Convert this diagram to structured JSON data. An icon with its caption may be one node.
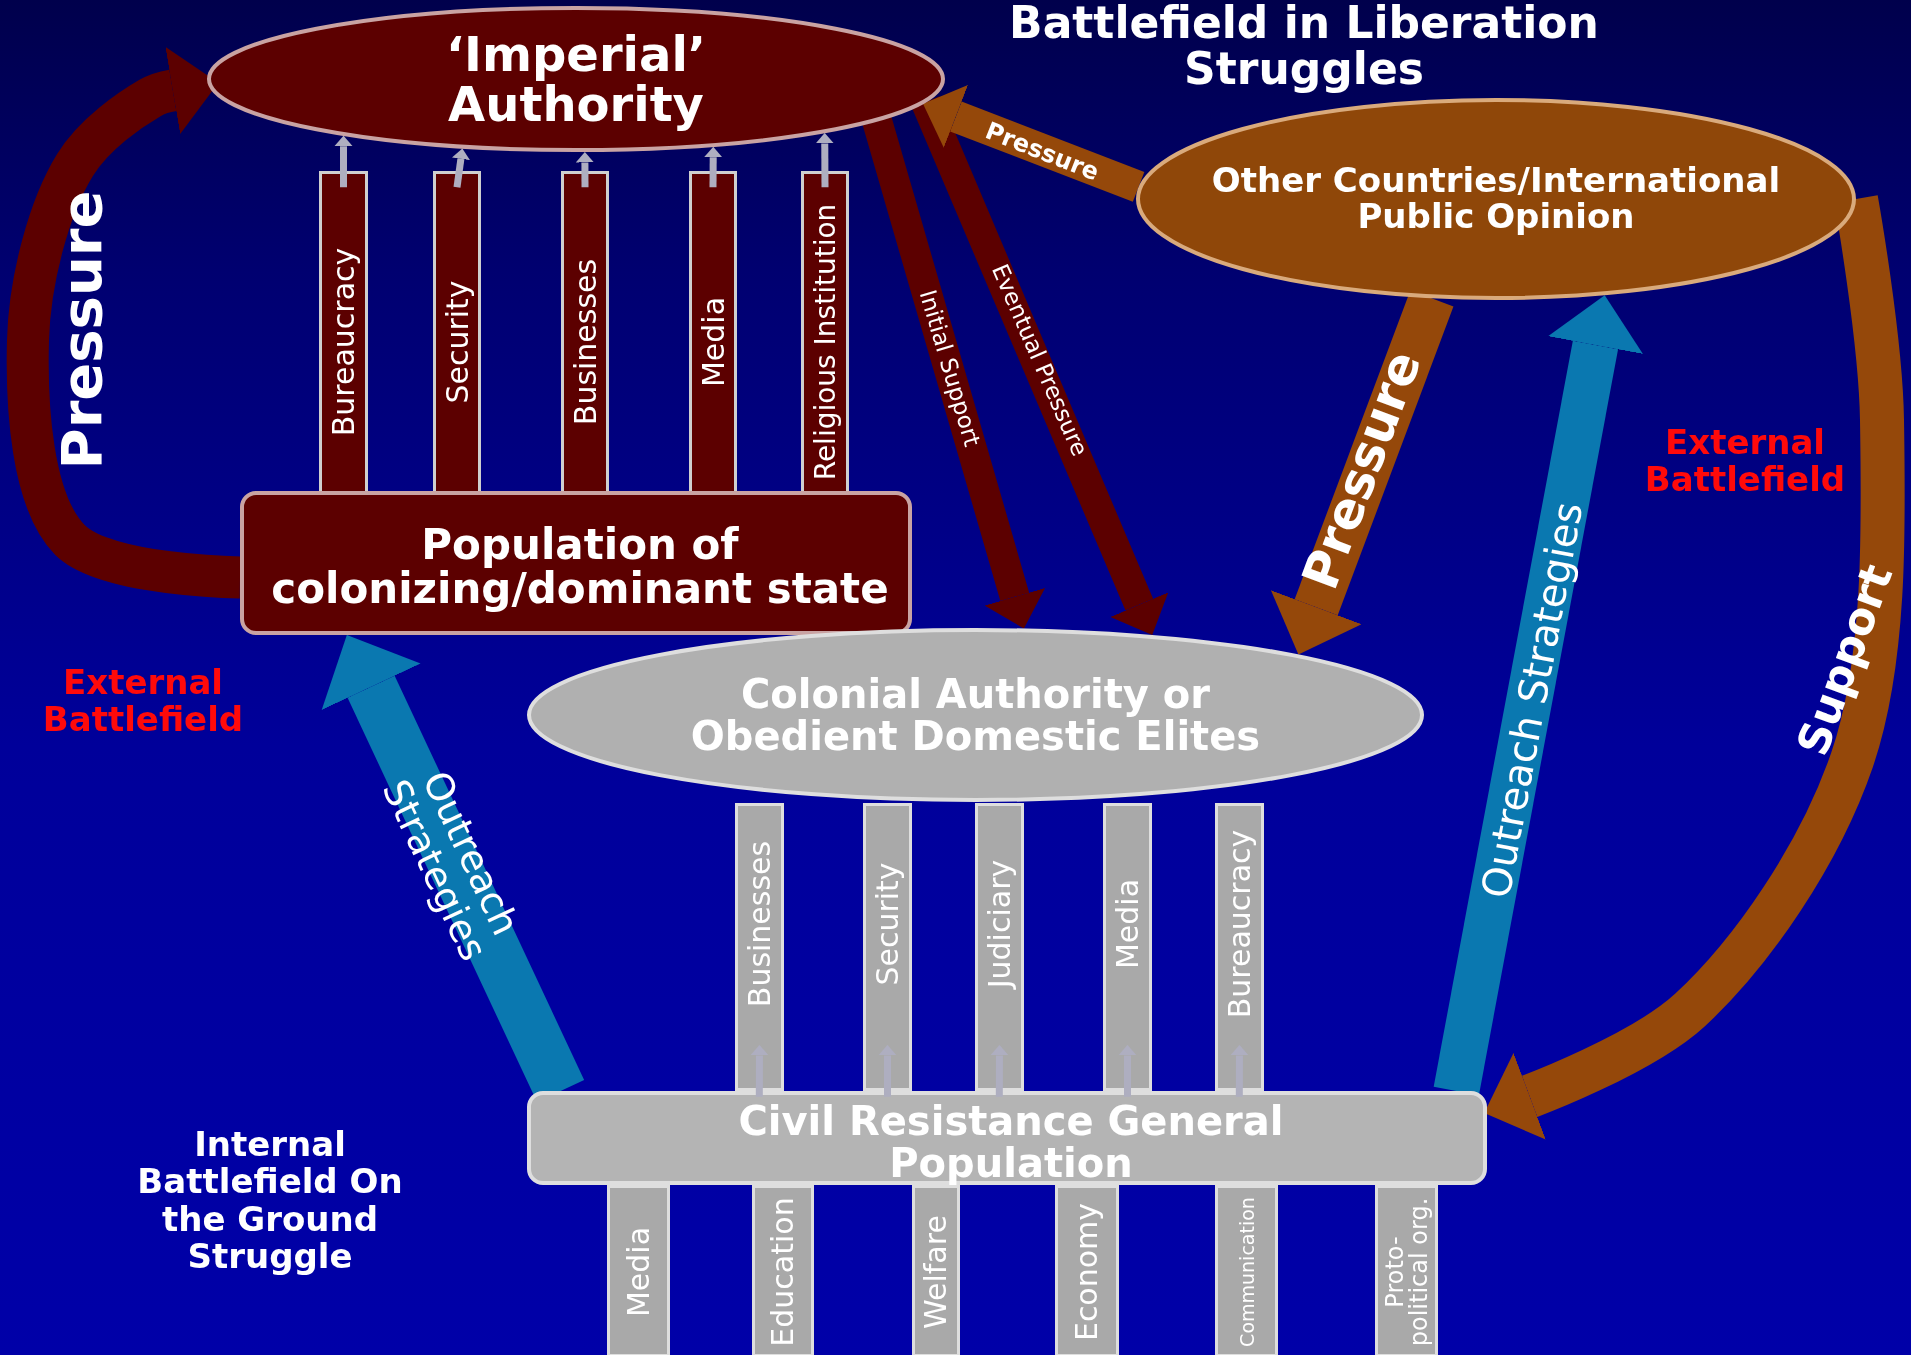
{
  "diagram": {
    "title": "Battlefield in Liberation Struggles",
    "nodes": [
      {
        "text": [
          "‘Imperial’ Authority"
        ]
      },
      {
        "text": [
          "Bureaucracy"
        ]
      },
      {
        "text": [
          "Security"
        ]
      },
      {
        "text": [
          "Businesses"
        ]
      },
      {
        "text": [
          "Media"
        ]
      },
      {
        "text": [
          "Religious Institution"
        ]
      },
      {
        "text": [
          "Population of colonizing/dominant state"
        ]
      },
      {
        "text": [
          "Other Countries/International Public Opinion"
        ]
      },
      {
        "text": [
          "Colonial Authority or Obedient Domestic Elites"
        ]
      },
      {
        "text": [
          "Businesses"
        ]
      },
      {
        "text": [
          "Security"
        ]
      },
      {
        "text": [
          "Judiciary"
        ]
      },
      {
        "text": [
          "Media"
        ]
      },
      {
        "text": [
          "Bureaucracy"
        ]
      },
      {
        "text": [
          "Civil Resistance General Population"
        ]
      },
      {
        "text": [
          "Media"
        ]
      },
      {
        "text": [
          "Education"
        ]
      },
      {
        "text": [
          "Welfare"
        ]
      },
      {
        "text": [
          "Economy"
        ]
      },
      {
        "text": [
          "Communication"
        ]
      },
      {
        "text": [
          "Proto-political org."
        ]
      }
    ],
    "edges": [
      {
        "from": 1,
        "to": 0,
        "arrow": "to"
      },
      {
        "from": 2,
        "to": 0,
        "arrow": "to"
      },
      {
        "from": 3,
        "to": 0,
        "arrow": "to"
      },
      {
        "from": 4,
        "to": 0,
        "arrow": "to"
      },
      {
        "from": 5,
        "to": 0,
        "arrow": "to"
      },
      {
        "from": 14,
        "to": 9,
        "arrow": "to"
      },
      {
        "from": 14,
        "to": 10,
        "arrow": "to"
      },
      {
        "from": 14,
        "to": 11,
        "arrow": "to"
      },
      {
        "from": 14,
        "to": 12,
        "arrow": "to"
      },
      {
        "from": 14,
        "to": 13,
        "arrow": "to"
      },
      {
        "from": 6,
        "to": 0,
        "arrow": "to",
        "label": "Pressure",
        "style": "thick",
        "color": "#5c0000"
      },
      {
        "from": 0,
        "to": 8,
        "arrow": "to",
        "label": "Initial Support",
        "style": "thick",
        "color": "#5c0000"
      },
      {
        "from": 0,
        "to": 8,
        "arrow": "to",
        "label": "Eventual Pressure",
        "style": "thick",
        "color": "#5c0000"
      },
      {
        "from": 7,
        "to": 0,
        "arrow": "to",
        "label": "Pressure",
        "style": "thick",
        "color": "#95480a"
      },
      {
        "from": 7,
        "to": 8,
        "arrow": "to",
        "label": "Pressure",
        "style": "thick",
        "color": "#95480a"
      },
      {
        "from": 7,
        "to": 14,
        "arrow": "to",
        "label": "Support",
        "style": "thick",
        "color": "#95480a"
      },
      {
        "from": 14,
        "to": 7,
        "arrow": "to",
        "label": "Outreach Strategies",
        "style": "thick",
        "color": "#0a78b0"
      },
      {
        "from": 14,
        "to": 6,
        "arrow": "to",
        "label": "Outreach Strategies",
        "style": "thick",
        "color": "#0a78b0"
      }
    ],
    "labels": [
      "External Battlefield",
      "External Battlefield",
      "Internal Battlefield On the Ground Struggle"
    ]
  }
}
